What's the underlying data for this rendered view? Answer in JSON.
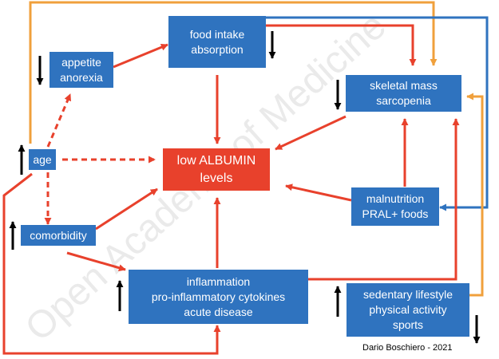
{
  "colors": {
    "red": "#e8412c",
    "blue": "#2f73bf",
    "orange": "#f0a03c",
    "blue_line": "#2f73bf",
    "black": "#000000",
    "box_text": "#ffffff"
  },
  "watermark": "Open Academy of Medicine",
  "credit": "Dario Boschiero - 2021",
  "nodes": {
    "food": {
      "lines": [
        "food intake",
        "absorption"
      ],
      "trend": "down"
    },
    "appetite": {
      "lines": [
        "appetite",
        "anorexia"
      ],
      "trend": "down"
    },
    "skeletal": {
      "lines": [
        "skeletal mass",
        "sarcopenia"
      ],
      "trend": "down"
    },
    "age": {
      "lines": [
        "age"
      ],
      "trend": "up"
    },
    "albumin": {
      "lines": [
        "low ALBUMIN",
        "levels"
      ]
    },
    "malnutrition": {
      "lines": [
        "malnutrition",
        "PRAL+ foods"
      ]
    },
    "comorbidity": {
      "lines": [
        "comorbidity"
      ],
      "trend": "up"
    },
    "inflammation": {
      "lines": [
        "inflammation",
        "pro-inflammatory cytokines",
        "acute disease"
      ],
      "trend": "up"
    },
    "sedentary": {
      "lines": [
        "sedentary lifestyle",
        "physical activity",
        "sports"
      ],
      "trend_sedentary": "up",
      "trend_activity": "down"
    }
  },
  "edges": [
    {
      "from": "age",
      "to": "appetite",
      "style": "dashed",
      "color": "red"
    },
    {
      "from": "age",
      "to": "albumin",
      "style": "dashed",
      "color": "red"
    },
    {
      "from": "age",
      "to": "comorbidity",
      "style": "dashed",
      "color": "red"
    },
    {
      "from": "age",
      "to": "inflammation",
      "style": "solid",
      "color": "red"
    },
    {
      "from": "age",
      "to": "skeletal",
      "style": "solid",
      "color": "orange"
    },
    {
      "from": "appetite",
      "to": "food",
      "style": "solid",
      "color": "red"
    },
    {
      "from": "food",
      "to": "albumin",
      "style": "solid",
      "color": "red"
    },
    {
      "from": "food",
      "to": "skeletal",
      "style": "solid",
      "color": "red"
    },
    {
      "from": "food",
      "to": "malnutrition",
      "style": "solid",
      "color": "blue"
    },
    {
      "from": "skeletal",
      "to": "albumin",
      "style": "solid",
      "color": "red"
    },
    {
      "from": "malnutrition",
      "to": "albumin",
      "style": "solid",
      "color": "red"
    },
    {
      "from": "malnutrition",
      "to": "skeletal",
      "style": "solid",
      "color": "red"
    },
    {
      "from": "comorbidity",
      "to": "albumin",
      "style": "solid",
      "color": "red"
    },
    {
      "from": "comorbidity",
      "to": "inflammation",
      "style": "solid",
      "color": "red"
    },
    {
      "from": "inflammation",
      "to": "albumin",
      "style": "solid",
      "color": "red"
    },
    {
      "from": "inflammation",
      "to": "skeletal",
      "style": "solid",
      "color": "red"
    },
    {
      "from": "sedentary",
      "to": "skeletal",
      "style": "solid",
      "color": "orange"
    }
  ]
}
